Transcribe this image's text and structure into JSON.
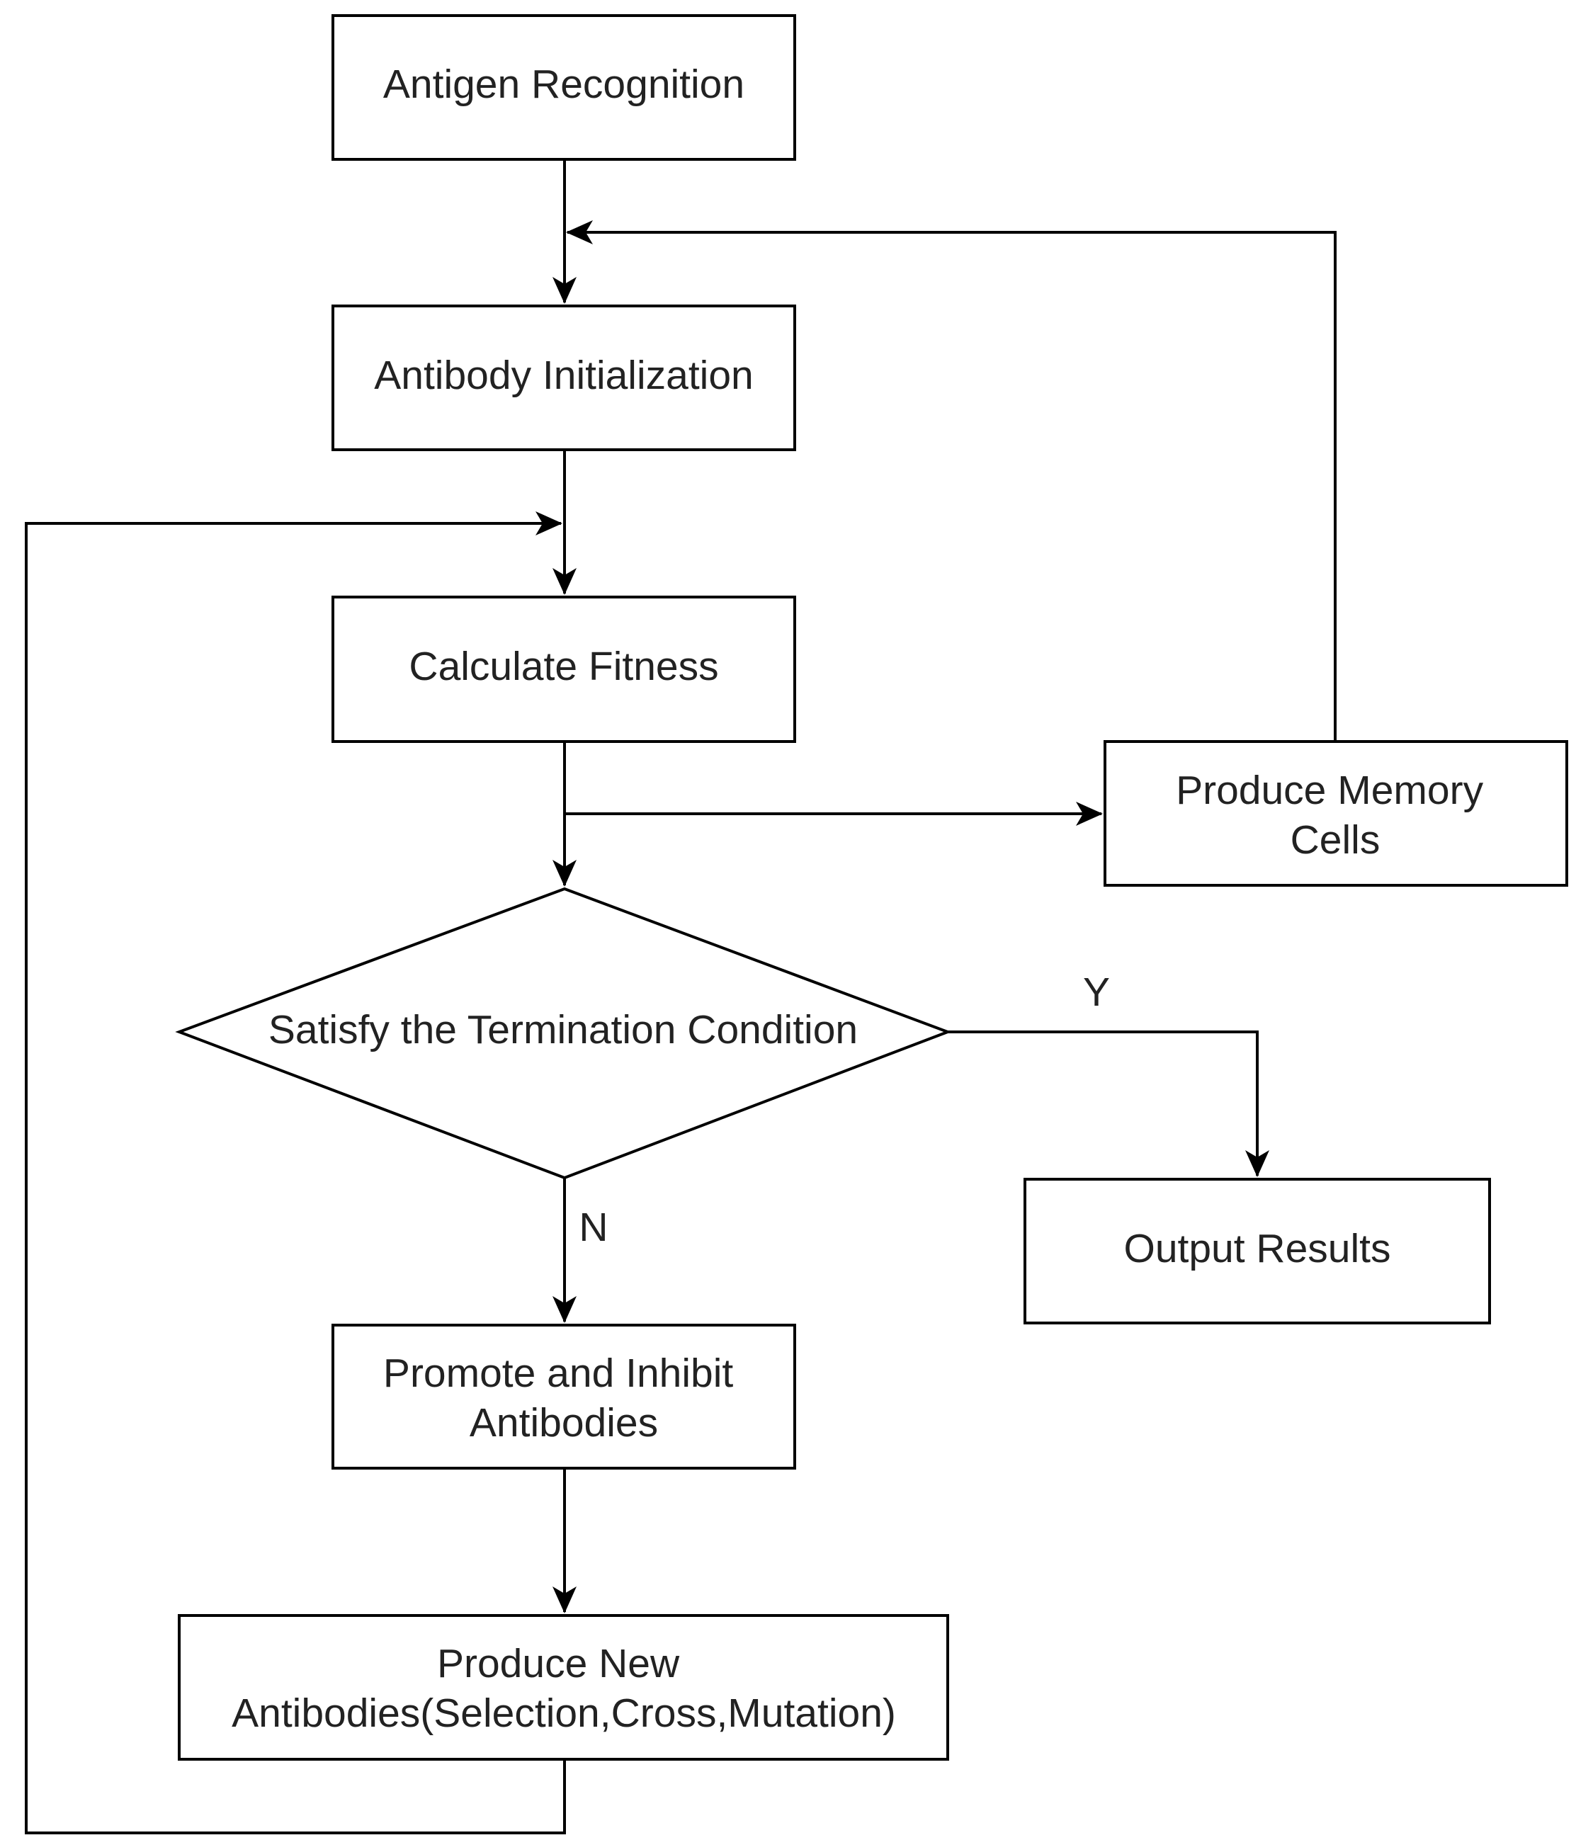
{
  "nodes": {
    "antigen_recognition": {
      "lines": [
        "Antigen Recognition"
      ]
    },
    "antibody_initialization": {
      "lines": [
        "Antibody Initialization"
      ]
    },
    "calculate_fitness": {
      "lines": [
        "Calculate Fitness"
      ]
    },
    "produce_memory_cells": {
      "lines": [
        "Produce Memory",
        "Cells"
      ]
    },
    "termination_condition": {
      "lines": [
        "Satisfy the Termination Condition"
      ]
    },
    "output_results": {
      "lines": [
        "Output Results"
      ]
    },
    "promote_inhibit": {
      "lines": [
        "Promote and Inhibit",
        "Antibodies"
      ]
    },
    "produce_new_antibodies": {
      "lines": [
        "Produce New",
        "Antibodies(Selection,Cross,Mutation)"
      ]
    }
  },
  "edge_labels": {
    "yes": "Y",
    "no": "N"
  },
  "colors": {
    "stroke": "#000000",
    "text": "#222222",
    "background": "#ffffff"
  }
}
